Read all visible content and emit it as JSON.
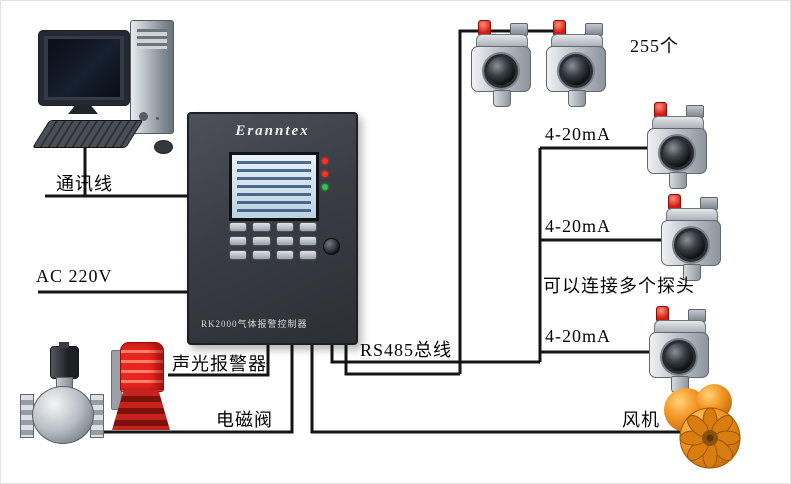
{
  "controller": {
    "brand": "Eranntex",
    "model": "RK2000气体报警控制器"
  },
  "labels": {
    "comm_line": "通讯线",
    "ac_power": "AC 220V",
    "alarm": "声光报警器",
    "solenoid_valve": "电磁阀",
    "rs485_bus": "RS485总线",
    "detector_count": "255个",
    "signal_1": "4-20mA",
    "signal_2": "4-20mA",
    "signal_3": "4-20mA",
    "multi_probe_note": "可以连接多个探头",
    "fan": "风机"
  },
  "colors": {
    "wire": "#141414",
    "alarm_red": "#e8261f",
    "fan_orange": "#f59a28",
    "panel_body": "#3a3d43",
    "lcd_screen": "#cfe3ef"
  }
}
